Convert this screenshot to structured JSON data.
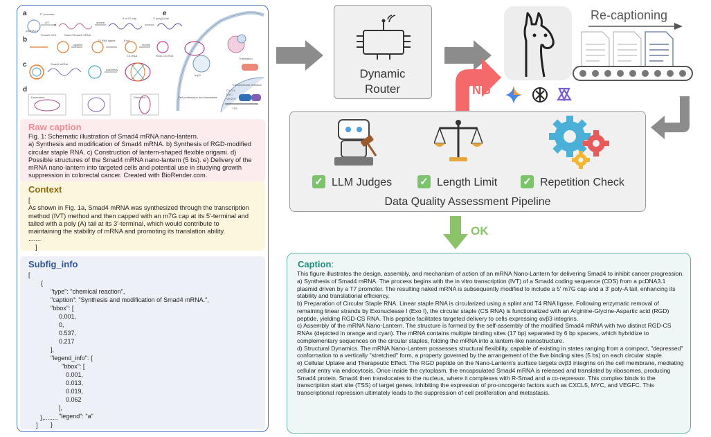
{
  "left": {
    "figure": {
      "sublabels": [
        "a",
        "b",
        "c",
        "d",
        "e"
      ],
      "snippets": [
        "T7 promoter",
        "IVT",
        "anneal",
        "5' m7G cap",
        "3' poly(A) tail",
        "Smad4 CDS",
        "Naked Smad4 mRNA",
        "pcDNA3.1",
        "Ligation",
        "T4 RNA ligase",
        "Exo I",
        "modify",
        "CS RNA",
        "RGD-CS RNA",
        "Smad4 mRNA",
        "Assembly",
        "Depressed",
        "Stretched",
        "Translation",
        "Cell proliferation and metastasis",
        "CXCL5",
        "MYC",
        "VEGFC",
        "Transcriptional inhibition",
        "TSS",
        "αvβ3"
      ]
    },
    "raw_caption": {
      "title": "Raw caption",
      "lines": [
        "Fig. 1: Schematic illustration of Smad4 mRNA nano-lantern.",
        "a) Synthesis and modification of Smad4 mRNA. b) Synthesis of RGD-modified",
        "circular staple RNA. c) Construction of lantern-shaped flexible origami. d)",
        "Possible structures of the Smad4 mRNA nano-lantern (5 bs). e) Delivery of the",
        "mRNA nano-lantern into targeted cells and potential use in studying growth",
        "suppression in colorectal cancer. Created with BioRender.com."
      ]
    },
    "context": {
      "title": "Context",
      "lines": [
        "[",
        "As shown in Fig. 1a, Smad4 mRNA was synthesized through the transcription",
        "method (IVT) method and then capped with an m7G cap at its 5'-terminal and",
        "tailed with a poly (A) tail at its 3'-terminal, which would contribute to",
        "maintaining the stability of mRNA and promoting its translation ability.",
        ".......",
        "]"
      ]
    },
    "subfig": {
      "title": "Subfig_info",
      "lines": [
        "[",
        "{",
        "\"type\": \"chemical reaction\",",
        "\"caption\": \"Synthesis and modification of Smad4 mRNA.\",",
        "\"bbox\": [",
        "0.001,",
        "0,",
        "0.537,",
        "0.217",
        "],",
        "\"legend_info\": {",
        "\"bbox\": [",
        "0.001,",
        "0.013,",
        "0.019,",
        "0.062",
        "],",
        "\"legend\": \"a\"",
        "}",
        "},........",
        "]"
      ]
    }
  },
  "router": {
    "line1": "Dynamic",
    "line2": "Router"
  },
  "recaption": {
    "label": "Re-captioning"
  },
  "ng_label": "NG",
  "ok_label": "OK",
  "pipeline": {
    "title": "Data Quality Assessment Pipeline",
    "checks": [
      "LLM Judges",
      "Length Limit",
      "Repetition Check"
    ],
    "check_mark": "✓"
  },
  "caption": {
    "title": "Caption",
    "title_suffix": ":",
    "paragraphs": [
      "This figure illustrates the design, assembly, and mechanism of action of an mRNA Nano-Lantern for delivering Smad4 to inhibit cancer progression.",
      "a) Synthesis of Smad4 mRNA. The process begins with the in vitro transcription (IVT) of a Smad4 coding sequence (CDS) from a pcDNA3.1 plasmid driven by a T7 promoter. The resulting naked mRNA is subsequently modified to include a 5′ m7G cap and a 3′ poly-A tail, enhancing its stability and translational efficiency.",
      "b) Preparation of Circular Staple RNA. Linear staple RNA is circularized using a splint and T4 RNA ligase. Following enzymatic removal of remaining linear strands by Exonuclease I (Exo I), the circular staple (CS RNA) is functionalized with an Arginine-Glycine-Aspartic acid (RGD) peptide, yielding RGD-CS RNA. This peptide facilitates targeted delivery to cells expressing αvβ3 integrins.",
      "c) Assembly of the mRNA Nano-Lantern. The structure is formed by the self-assembly of the modified Smad4 mRNA with two distinct RGD-CS RNAs (depicted in orange and cyan). The mRNA contains multiple binding sites (17 bp) separated by 6 bp spacers, which hybridize to complementary sequences on the circular staples, folding the mRNA into a lantern-like nanostructure.",
      "d) Structural Dynamics. The mRNA Nano-Lantern possesses structural flexibility, capable of existing in states ranging from a compact, \"depressed\" conformation to a vertically \"stretched\" form, a property governed by the arrangement of the five binding sites (5 bs) on each circular staple.",
      "e) Cellular Uptake and Therapeutic Effect. The RGD peptide on the Nano-Lantern's surface targets αvβ3 integrins on the cell membrane, mediating cellular entry via endocytosis. Once inside the cytoplasm, the encapsulated Smad4 mRNA is released and translated by ribosomes, producing Smad4 protein. Smad4 then translocates to the nucleus, where it complexes with R-Smad and a co-repressor. This complex binds to the transcription start site (TSS) of target genes, inhibiting the expression of pro-oncogenic factors such as CXCL5, MYC, and VEGFC. This transcriptional repression ultimately leads to the suppression of cell proliferation and metastasis."
    ]
  },
  "colors": {
    "left_border": "#4a72c4",
    "raw_title": "#f08a94",
    "context_title": "#8a6a10",
    "subfig_title": "#2f5496",
    "ng": "#f46a6a",
    "ok": "#8cc26a",
    "check": "#7cc46c",
    "caption_title": "#1f8a7a"
  }
}
